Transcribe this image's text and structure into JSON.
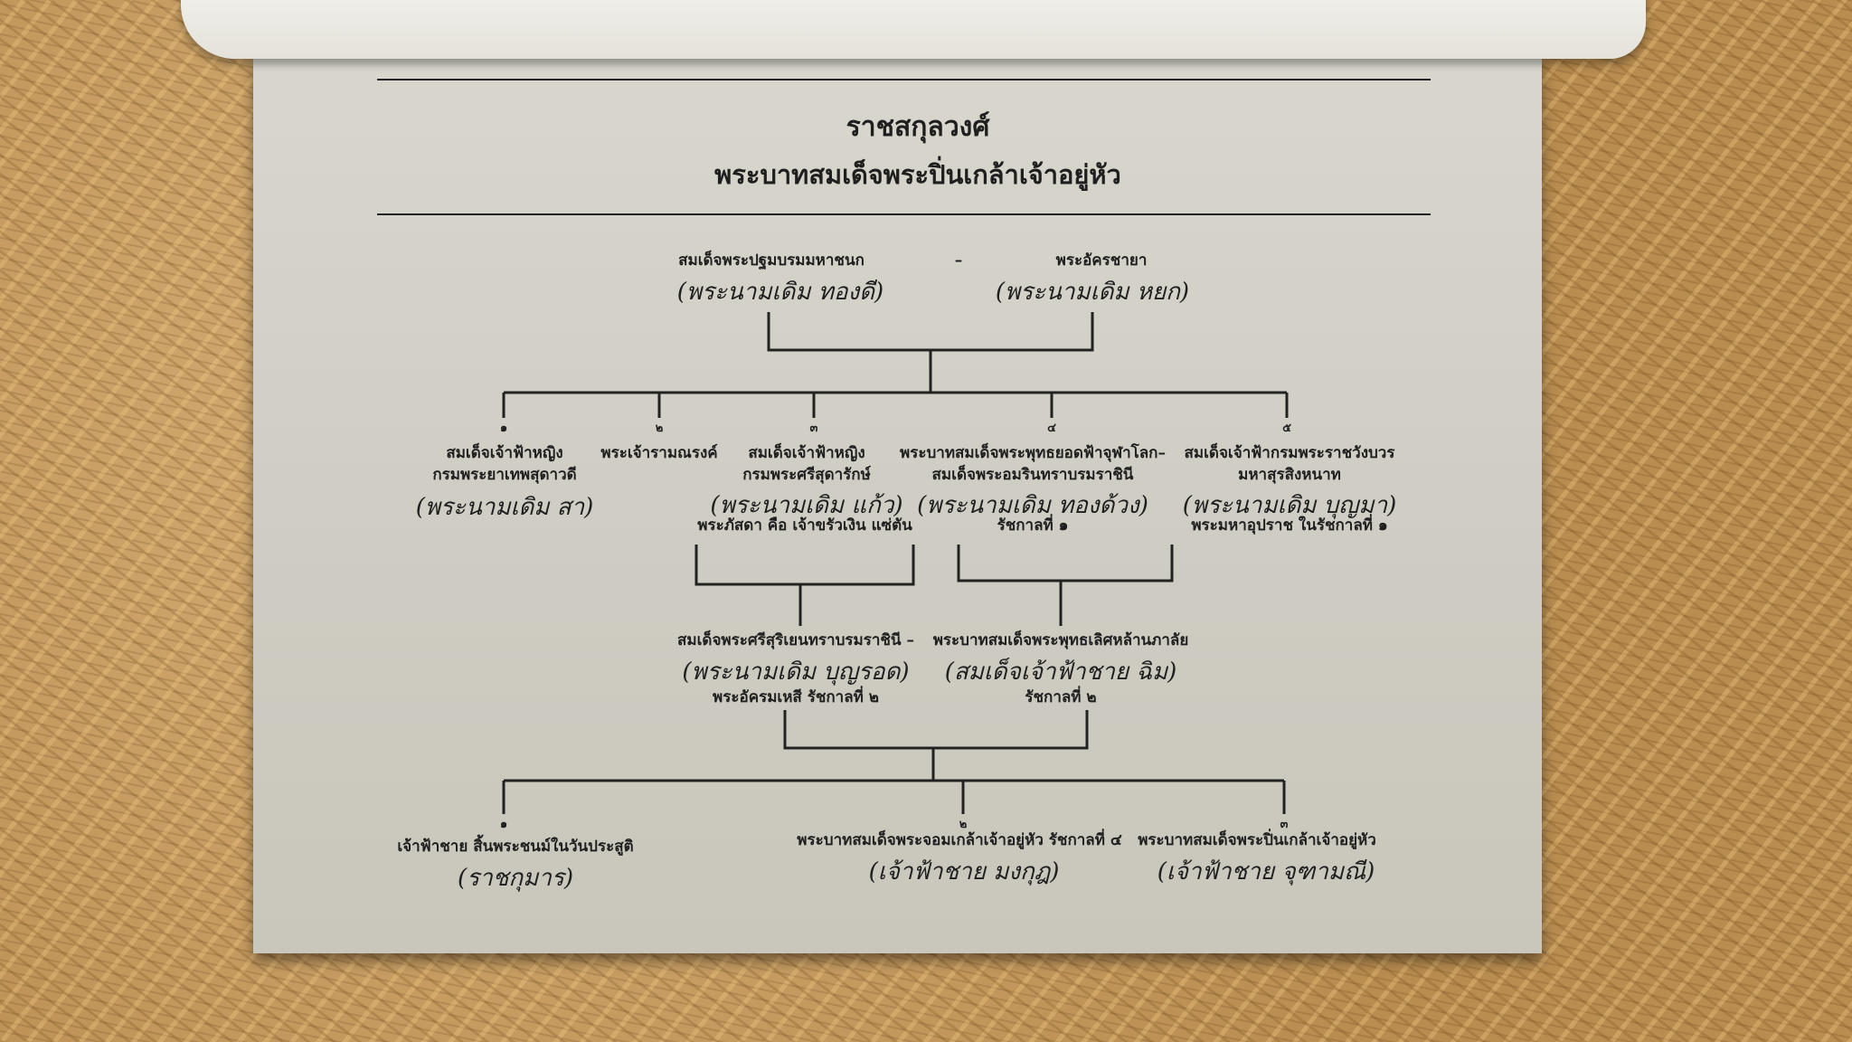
{
  "header": {
    "title": "ราชสกุลวงศ์",
    "subtitle": "พระบาทสมเด็จพระปิ่นเกล้าเจ้าอยู่หัว"
  },
  "gen1": {
    "father": {
      "label": "สมเด็จพระปฐมบรมมหาชนก",
      "name": "(พระนามเดิม  ทองดี)"
    },
    "dash": "–",
    "mother": {
      "label": "พระอัครชายา",
      "name": "(พระนามเดิม  หยก)"
    }
  },
  "gen2": [
    {
      "num": "๑",
      "line1": "สมเด็จเจ้าฟ้าหญิง",
      "line2": "กรมพระยาเทพสุดาวดี",
      "name": "(พระนามเดิม  สา)",
      "note": ""
    },
    {
      "num": "๒",
      "line1": "พระเจ้ารามณรงค์",
      "line2": "",
      "name": "",
      "note": ""
    },
    {
      "num": "๓",
      "line1": "สมเด็จเจ้าฟ้าหญิง",
      "line2": "กรมพระศรีสุดารักษ์",
      "name": "(พระนามเดิม  แก้ว)",
      "note": "พระภัสดา  คือ  เจ้าขรัวเงิน  แซ่ตัน"
    },
    {
      "num": "๔",
      "line1": "พระบาทสมเด็จพระพุทธยอดฟ้าจุฬาโลก–",
      "line2": "สมเด็จพระอมรินทราบรมราชินี",
      "name": "(พระนามเดิม  ทองด้วง)",
      "note": "รัชกาลที่  ๑"
    },
    {
      "num": "๕",
      "line1": "สมเด็จเจ้าฟ้ากรมพระราชวังบวร",
      "line2": "มหาสุรสิงหนาท",
      "name": "(พระนามเดิม  บุญมา)",
      "note": "พระมหาอุปราช  ในรัชกาลที่  ๑"
    }
  ],
  "gen3": {
    "left": {
      "label": "สมเด็จพระศรีสุริเยนทราบรมราชินี –",
      "name": "(พระนามเดิม  บุญรอด)",
      "note": "พระอัครมเหสี  รัชกาลที่  ๒"
    },
    "right": {
      "label": "พระบาทสมเด็จพระพุทธเลิศหล้านภาลัย",
      "name": "(สมเด็จเจ้าฟ้าชาย  ฉิม)",
      "note": "รัชกาลที่  ๒"
    }
  },
  "gen4": [
    {
      "num": "๑",
      "label": "เจ้าฟ้าชาย  สิ้นพระชนม์ในวันประสูติ",
      "name": "(ราชกุมาร)"
    },
    {
      "num": "๒",
      "label": "พระบาทสมเด็จพระจอมเกล้าเจ้าอยู่หัว  รัชกาลที่  ๔",
      "name": "(เจ้าฟ้าชาย  มงกุฎ)"
    },
    {
      "num": "๓",
      "label": "พระบาทสมเด็จพระปิ่นเกล้าเจ้าอยู่หัว",
      "name": "(เจ้าฟ้าชาย  จุฑามณี)"
    }
  ]
}
